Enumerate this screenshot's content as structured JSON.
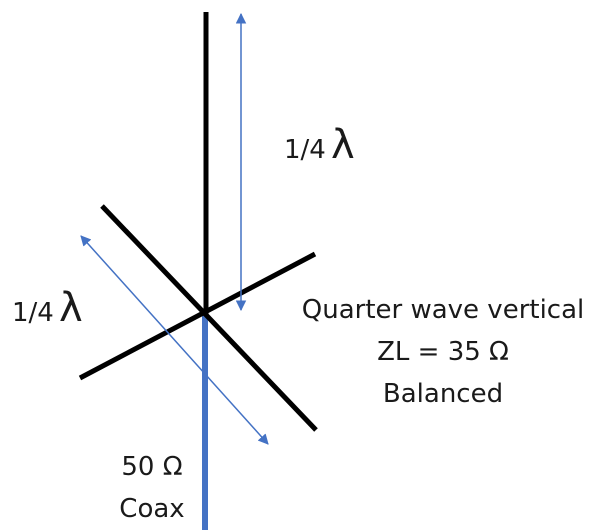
{
  "labels": {
    "vertical_length": {
      "fraction": "1/4",
      "symbol": "λ"
    },
    "radial_length": {
      "fraction": "1/4",
      "symbol": "λ"
    },
    "antenna_type": "Quarter wave vertical",
    "impedance": "ZL = 35 Ω",
    "balance": "Balanced",
    "feed_impedance": "50 Ω",
    "feed_type": "Coax"
  },
  "colors": {
    "element": "#000000",
    "feedline": "#4472c4",
    "dimension_arrow": "#4472c4"
  }
}
